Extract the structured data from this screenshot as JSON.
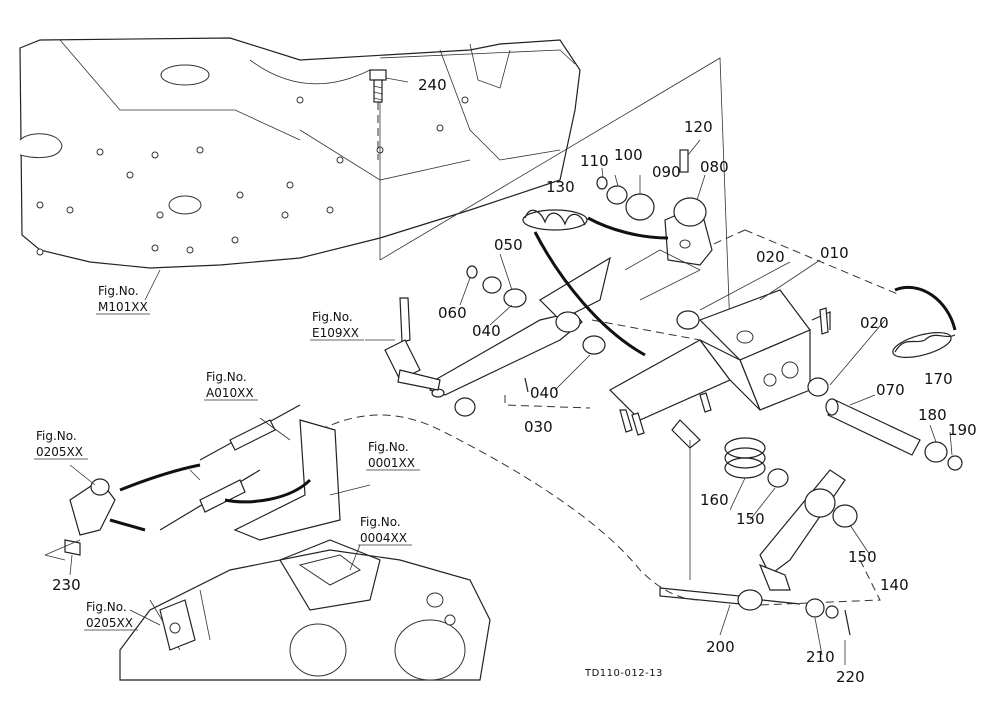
{
  "parts": [
    {
      "no": "010"
    },
    {
      "no": "020"
    },
    {
      "no": "020"
    },
    {
      "no": "030"
    },
    {
      "no": "040"
    },
    {
      "no": "040"
    },
    {
      "no": "050"
    },
    {
      "no": "060"
    },
    {
      "no": "070"
    },
    {
      "no": "080"
    },
    {
      "no": "090"
    },
    {
      "no": "100"
    },
    {
      "no": "110"
    },
    {
      "no": "120"
    },
    {
      "no": "130"
    },
    {
      "no": "140"
    },
    {
      "no": "150"
    },
    {
      "no": "150"
    },
    {
      "no": "160"
    },
    {
      "no": "170"
    },
    {
      "no": "180"
    },
    {
      "no": "190"
    },
    {
      "no": "200"
    },
    {
      "no": "210"
    },
    {
      "no": "220"
    },
    {
      "no": "230"
    },
    {
      "no": "240"
    }
  ],
  "references": [
    {
      "label": "Fig.No.",
      "code": "M101XX"
    },
    {
      "label": "Fig.No.",
      "code": "E109XX"
    },
    {
      "label": "Fig.No.",
      "code": "A010XX"
    },
    {
      "label": "Fig.No.",
      "code": "0205XX"
    },
    {
      "label": "Fig.No.",
      "code": "0001XX"
    },
    {
      "label": "Fig.No.",
      "code": "0004XX"
    },
    {
      "label": "Fig.No.",
      "code": "0205XX"
    }
  ],
  "drawing_code": "TD110-012-13"
}
